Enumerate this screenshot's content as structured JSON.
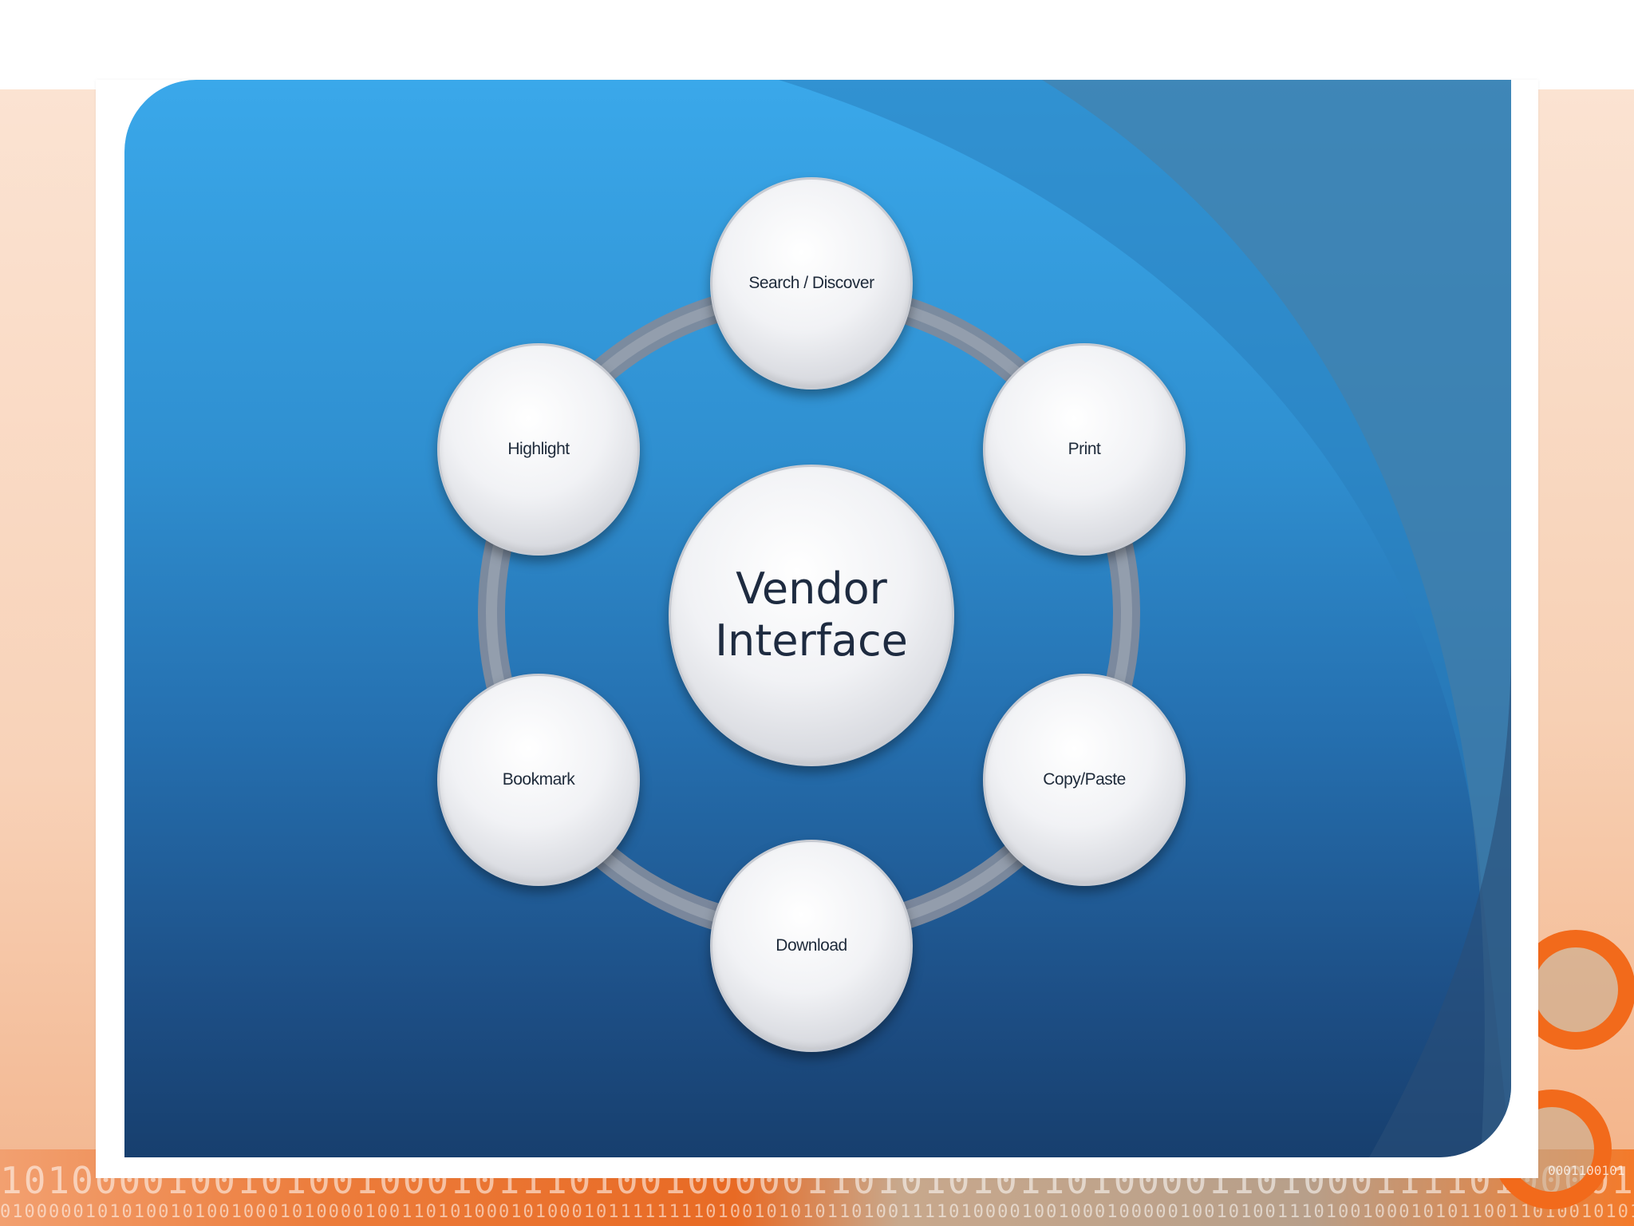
{
  "diagram": {
    "center": {
      "line1": "Vendor",
      "line2": "Interface"
    },
    "nodes": [
      {
        "id": "search",
        "label": "Search / Discover"
      },
      {
        "id": "print",
        "label": "Print"
      },
      {
        "id": "copy",
        "label": "Copy/Paste"
      },
      {
        "id": "download",
        "label": "Download"
      },
      {
        "id": "bookmark",
        "label": "Bookmark"
      },
      {
        "id": "highlight",
        "label": "Highlight"
      }
    ]
  },
  "background": {
    "binary_row_1": "1010000100101001000101110100100000110101010110100001101000111101000010100111010011010001",
    "binary_row_2": "0100000101010010100100010100001001101010001010001011111111010010101011010011110100001001000100000100101001110100100010101100110100101010",
    "corner_text": "0001100101"
  },
  "colors": {
    "slide_top": "#3aa8ea",
    "slide_bottom": "#173f6e",
    "ring": "#8a94a6",
    "node_fill": "#f1f2f5",
    "accent_orange": "#f26a1b"
  }
}
